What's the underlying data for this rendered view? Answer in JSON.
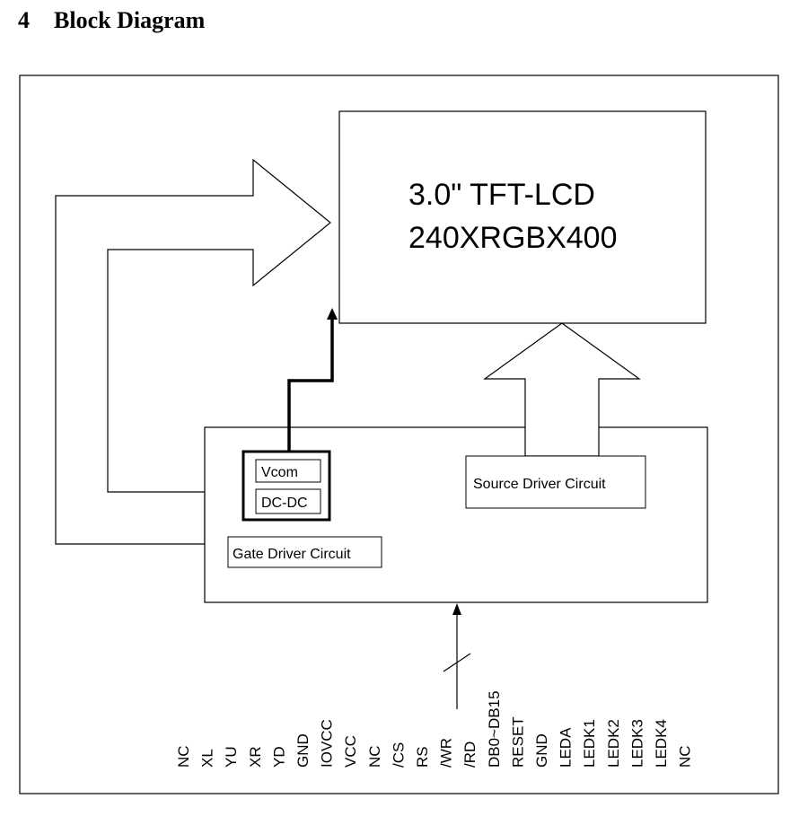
{
  "section": {
    "number": "4",
    "title": "Block Diagram"
  },
  "lcd": {
    "line1": "3.0\" TFT-LCD",
    "line2": "240XRGBX400"
  },
  "circuits": {
    "vcom": "Vcom",
    "dcdc": "DC-DC",
    "source_driver": "Source Driver Circuit",
    "gate_driver": "Gate Driver Circuit"
  },
  "pins": [
    "NC",
    "XL",
    "YU",
    "XR",
    "YD",
    "GND",
    "IOVCC",
    "VCC",
    "NC",
    "/CS",
    "RS",
    "/WR",
    "/RD",
    "DB0~DB15",
    "RESET",
    "GND",
    "LEDA",
    "LEDK1",
    "LEDK2",
    "LEDK3",
    "LEDK4",
    "NC"
  ]
}
